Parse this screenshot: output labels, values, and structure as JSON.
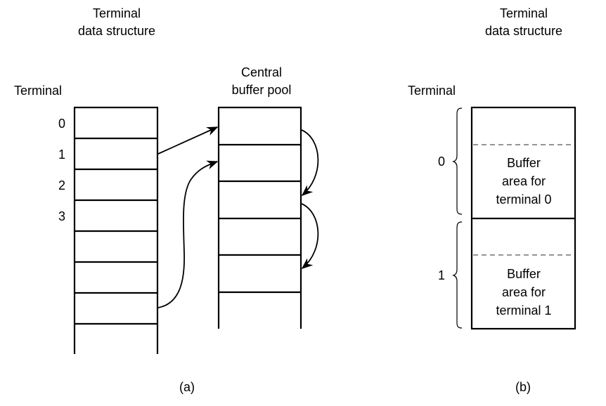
{
  "panel_a": {
    "title_line1": "Terminal",
    "title_line2": "data structure",
    "axis_label": "Terminal",
    "row_labels": [
      "0",
      "1",
      "2",
      "3"
    ],
    "pool_title_line1": "Central",
    "pool_title_line2": "buffer pool",
    "caption": "(a)"
  },
  "panel_b": {
    "title_line1": "Terminal",
    "title_line2": "data structure",
    "axis_label": "Terminal",
    "terminals": [
      {
        "label": "0",
        "text": [
          "Buffer",
          "area for",
          "terminal 0"
        ]
      },
      {
        "label": "1",
        "text": [
          "Buffer",
          "area for",
          "terminal 1"
        ]
      }
    ],
    "caption": "(b)"
  }
}
